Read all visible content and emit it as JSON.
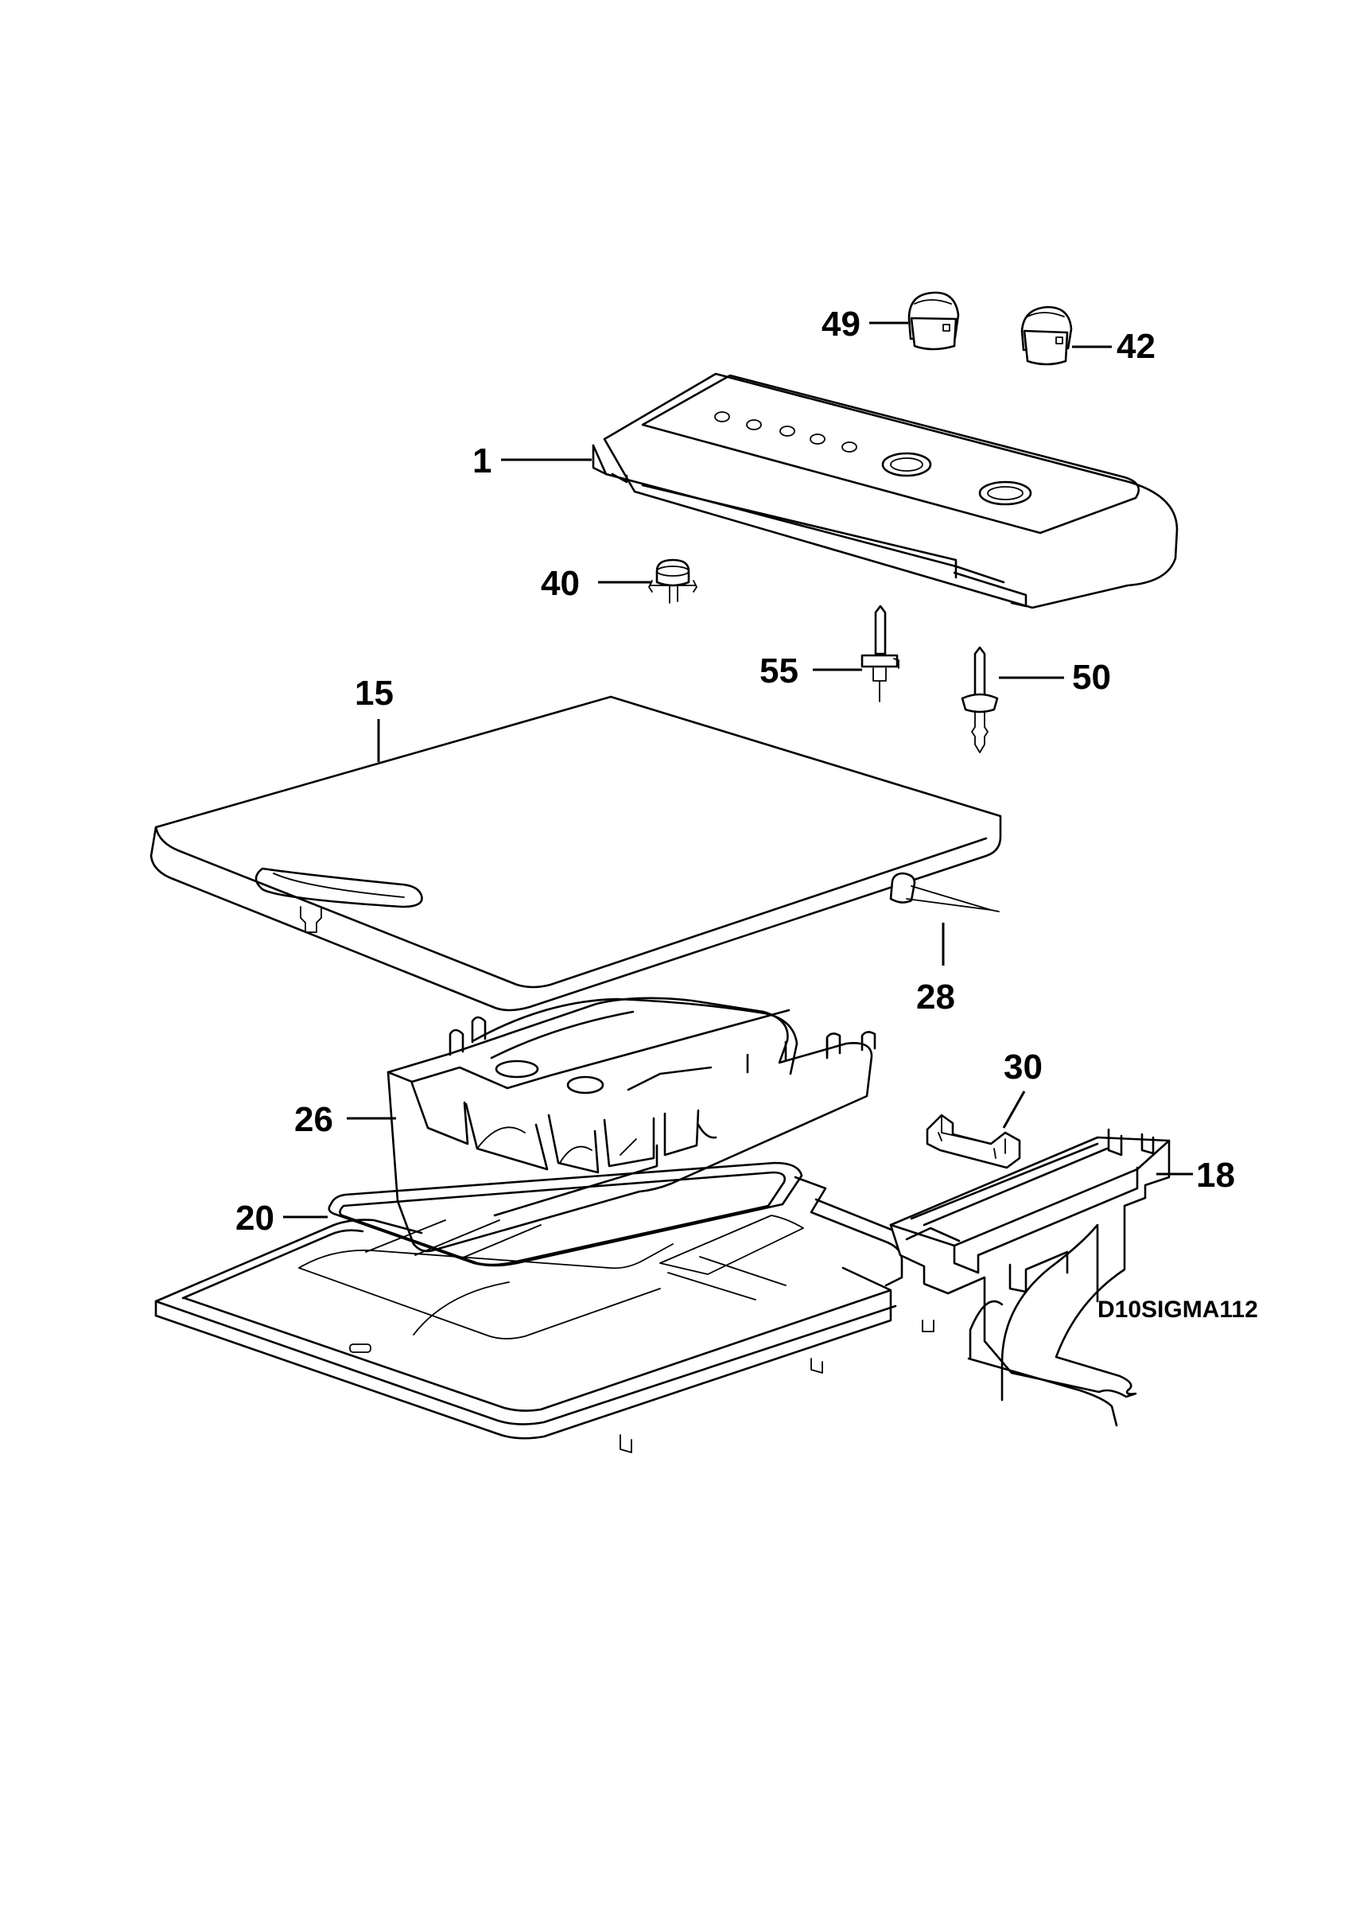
{
  "diagram_code": "D10SIGMA112",
  "parts": [
    {
      "id": "p49",
      "number": "49"
    },
    {
      "id": "p42",
      "number": "42"
    },
    {
      "id": "p1",
      "number": "1"
    },
    {
      "id": "p40",
      "number": "40"
    },
    {
      "id": "p55",
      "number": "55"
    },
    {
      "id": "p50",
      "number": "50"
    },
    {
      "id": "p15",
      "number": "15"
    },
    {
      "id": "p28",
      "number": "28"
    },
    {
      "id": "p30",
      "number": "30"
    },
    {
      "id": "p26",
      "number": "26"
    },
    {
      "id": "p18",
      "number": "18"
    },
    {
      "id": "p20",
      "number": "20"
    }
  ]
}
